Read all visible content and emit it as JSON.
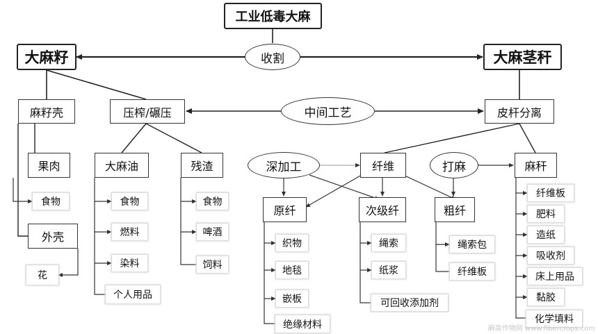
{
  "title": "工业低毒大麻",
  "nodes": {
    "seed": "大麻籽",
    "harvest": "收割",
    "stalk": "大麻茎秆",
    "hull": "麻籽壳",
    "press": "压榨/碾压",
    "mid_process": "中间工艺",
    "separation": "皮杆分离",
    "pulp": "果肉",
    "oil": "大麻油",
    "residue": "残渣",
    "deep_process": "深加工",
    "fiber": "纤维",
    "scutch": "打麻",
    "hurd": "麻秆",
    "shell": "外壳",
    "raw_fiber": "原纤",
    "secondary_fiber": "次级纤",
    "coarse_fiber": "粗纤"
  },
  "leaves": {
    "pulp": [
      "食物"
    ],
    "shell": [
      "花"
    ],
    "oil": [
      "食物",
      "燃料",
      "染料",
      "个人用品"
    ],
    "residue": [
      "食物",
      "啤酒",
      "饲料"
    ],
    "raw_fiber": [
      "织物",
      "地毯",
      "嵌板",
      "绝缘材料"
    ],
    "secondary_fiber": [
      "绳索",
      "纸浆",
      "可回收添加剂"
    ],
    "coarse_fiber": [
      "绳索包",
      "纤维板"
    ],
    "hurd": [
      "纤维板",
      "肥料",
      "造纸",
      "吸收剂",
      "床上用品",
      "黏胶",
      "化学填料"
    ]
  },
  "watermark": "麻类作物网 www.fibercrops.com"
}
